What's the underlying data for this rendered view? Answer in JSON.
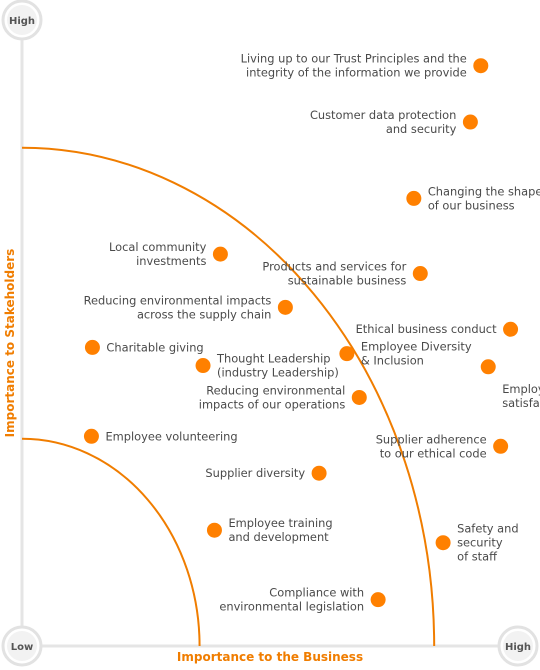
{
  "chart_data": {
    "type": "scatter",
    "title": "",
    "xlabel": "Importance to the Business",
    "ylabel": "Importance to Stakeholders",
    "xlim": [
      0,
      100
    ],
    "ylim": [
      0,
      100
    ],
    "grid": false,
    "corner_labels": {
      "top": "High",
      "origin": "Low",
      "right": "High"
    },
    "colors": {
      "accent": "#f07d00",
      "point": "#ff8000",
      "axis": "#e5e5e5",
      "text": "#4a4a4a",
      "corner_text": "#555555"
    },
    "zones": [
      {
        "name": "inner",
        "x_extent": 35.8,
        "y_extent": 33.1
      },
      {
        "name": "outer",
        "x_extent": 83.1,
        "y_extent": 79.6
      }
    ],
    "points": [
      {
        "label": [
          "Living up to our Trust Principles and the",
          "integrity of the information we provide"
        ],
        "x": 92.5,
        "y": 92.7,
        "anchor": "end"
      },
      {
        "label": [
          "Customer data protection",
          "and security"
        ],
        "x": 90.4,
        "y": 83.7,
        "anchor": "end"
      },
      {
        "label": [
          "Changing the shape",
          "of our business"
        ],
        "x": 79.0,
        "y": 71.5,
        "anchor": "start"
      },
      {
        "label": [
          "Local community",
          "investments"
        ],
        "x": 40.0,
        "y": 62.6,
        "anchor": "end"
      },
      {
        "label": [
          "Products and services for",
          "sustainable business"
        ],
        "x": 80.3,
        "y": 59.5,
        "anchor": "end"
      },
      {
        "label": [
          "Reducing environmental impacts",
          "across the supply chain"
        ],
        "x": 53.1,
        "y": 54.1,
        "anchor": "end"
      },
      {
        "label": [
          "Ethical business conduct"
        ],
        "x": 98.5,
        "y": 50.6,
        "anchor": "end"
      },
      {
        "label": [
          "Charitable giving"
        ],
        "x": 14.2,
        "y": 47.7,
        "anchor": "start"
      },
      {
        "label": [
          "Thought Leadership",
          "(industry Leadership)"
        ],
        "x": 36.5,
        "y": 44.8,
        "anchor": "start"
      },
      {
        "label": [
          "Employee Diversity",
          "& Inclusion"
        ],
        "x": 65.5,
        "y": 46.7,
        "anchor": "start"
      },
      {
        "label": [
          "Employee",
          "satisfaction"
        ],
        "x": 94.0,
        "y": 44.6,
        "anchor": "start"
      },
      {
        "label": [
          "Reducing environmental",
          "impacts of our operations"
        ],
        "x": 68.0,
        "y": 39.7,
        "anchor": "end"
      },
      {
        "label": [
          "Employee volunteering"
        ],
        "x": 14.0,
        "y": 33.5,
        "anchor": "start"
      },
      {
        "label": [
          "Supplier adherence",
          "to our ethical code"
        ],
        "x": 96.5,
        "y": 31.9,
        "anchor": "end"
      },
      {
        "label": [
          "Supplier diversity"
        ],
        "x": 59.9,
        "y": 27.6,
        "anchor": "end"
      },
      {
        "label": [
          "Employee training",
          "and development"
        ],
        "x": 38.8,
        "y": 18.5,
        "anchor": "start"
      },
      {
        "label": [
          "Safety and",
          "security",
          "of staff"
        ],
        "x": 84.9,
        "y": 16.5,
        "anchor": "start"
      },
      {
        "label": [
          "Compliance with",
          "environmental legislation"
        ],
        "x": 71.8,
        "y": 7.4,
        "anchor": "end"
      }
    ]
  }
}
